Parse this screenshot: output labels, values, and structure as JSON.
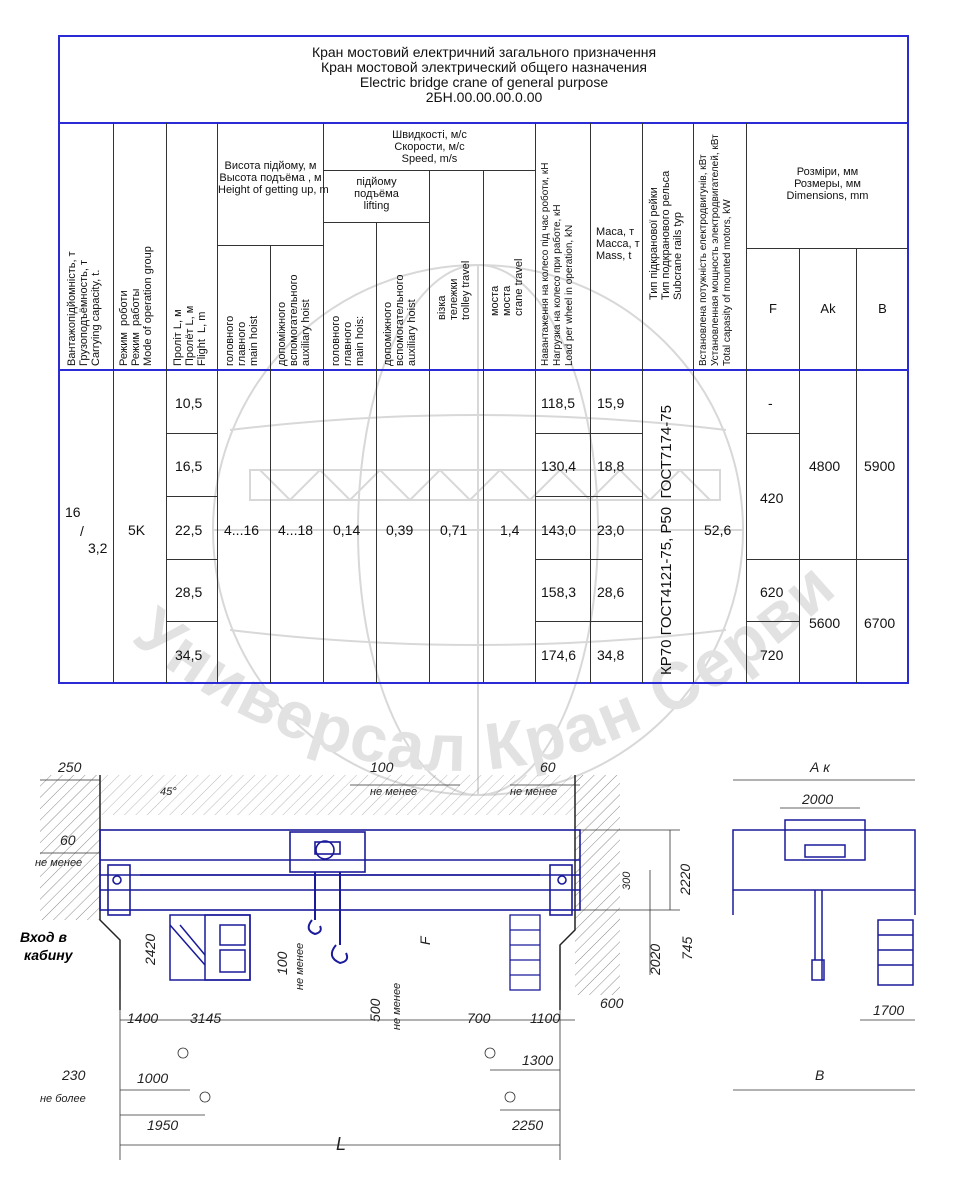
{
  "title": {
    "ua": "Кран мостовий електричний загального призначення",
    "ru": "Кран мостовой электрический общего назначения",
    "en": "Electric bridge crane of general purpose",
    "code": "2БН.00.00.00.0.00"
  },
  "headers": {
    "capacity": "Вантажопідйомність, т\nГрузоподъёмность, т\nCarrying capacity, t.",
    "mode": "Режим  роботи\nРежим  работы\nMode of operation group",
    "span": "Проліт L, м\nПролёт L, м\nFlight  L, m",
    "height": "Висота підйому, м\nВысота подъёма , м\nHeight of getting up, m",
    "height_main": "головного\nглавного\nmain hoist",
    "height_aux": "допоміжного\nвспомогательного\nauxiliary hoist",
    "speed": "Швидкості, м/с\nСкорости, м/с\nSpeed, m/s",
    "lifting": "підйому\nподъёма\nlifting",
    "speed_main": "головного\nглавного\nmain hois:",
    "speed_aux": "допоміжного\nвспомогательного\nauxiliary hoist",
    "trolley": "візка\nтележки\ntrolley travel",
    "crane_travel": "моста\nмоста\ncrane travel",
    "wheel_load": "Навантаження на колесо під час роботи, кН\nНагрузка на колесо при работе, кН\nLoad per wheel in operation, kN",
    "mass": "Маса, т\nМасса, т\nMass, t",
    "rail": "Тип підкранової рейки\nТип подкранового рельса\nSubcrane rails typ",
    "power": "Встановлена потужність електродвигунів, кВт\nУстановленная мощность электродвигателей, кВт\nTotal capasity of mounted motors, kW",
    "dims": "Розміри, мм\nРозмеры, мм\nDimensions, mm",
    "dim_F": "F",
    "dim_Ak": "Ak",
    "dim_B": "B"
  },
  "row": {
    "capacity_main": "16",
    "capacity_slash": "/",
    "capacity_aux": "3,2",
    "mode": "5K",
    "height_main": "4...16",
    "height_aux": "4...18",
    "speed_main": "0,14",
    "speed_aux": "0,39",
    "trolley": "0,71",
    "crane": "1,4",
    "rail": "КР70 ГОСТ4121-75, Р50  ГОСТ7174-75",
    "power": "52,6"
  },
  "spans": [
    {
      "L": "10,5",
      "load": "118,5",
      "mass": "15,9"
    },
    {
      "L": "16,5",
      "load": "130,4",
      "mass": "18,8"
    },
    {
      "L": "22,5",
      "load": "143,0",
      "mass": "23,0"
    },
    {
      "L": "28,5",
      "load": "158,3",
      "mass": "28,6"
    },
    {
      "L": "34,5",
      "load": "174,6",
      "mass": "34,8"
    }
  ],
  "F_values": [
    "-",
    "420",
    "620",
    "720"
  ],
  "Ak_values": [
    "4800",
    "5600"
  ],
  "B_values": [
    "5900",
    "6700"
  ],
  "drawing": {
    "d250": "250",
    "d45": "45°",
    "d100top": "100",
    "not_less": "не менее",
    "d60right": "60",
    "d60left": "60",
    "d2220": "2220",
    "d300": "300",
    "d2020": "2020",
    "d745": "745",
    "d2420": "2420",
    "d100mid": "100",
    "d500": "500",
    "dF": "F",
    "d600": "600",
    "d1400": "1400",
    "d3145": "3145",
    "d700": "700",
    "d1100": "1100",
    "d1000": "1000",
    "d1300": "1300",
    "d230": "230",
    "not_more": "не более",
    "d1950": "1950",
    "d2250": "2250",
    "dL": "L",
    "entry1": "Вход в",
    "entry2": "кабину",
    "dAk": "А к",
    "d2000": "2000",
    "d1700": "1700",
    "dB": "B"
  },
  "watermark": "Универсал Кран Сервис"
}
